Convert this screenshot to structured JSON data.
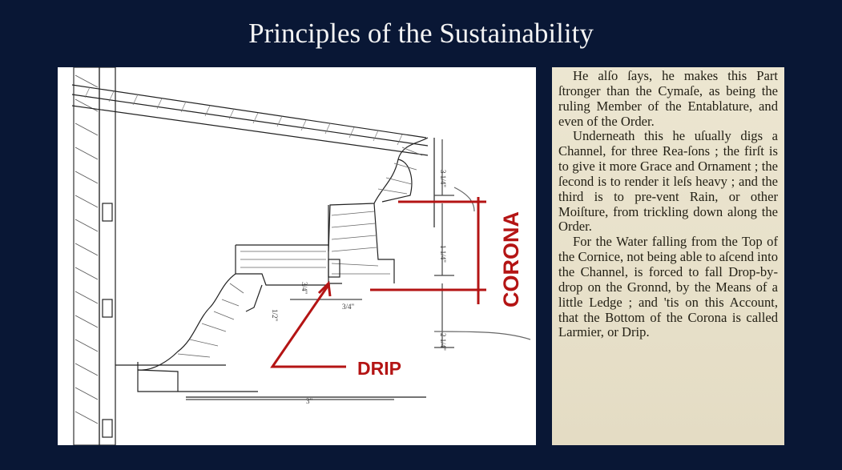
{
  "slide": {
    "title": "Principles of the Sustainability"
  },
  "drawing": {
    "labels": {
      "corona": "CORONA",
      "drip": "DRIP"
    },
    "dimension_notes": [
      "3 1/4\"",
      "1 1/4\"",
      "3/4\"",
      "1/2\"",
      "3/4\"",
      "2 1/4\"",
      "3\""
    ],
    "colors": {
      "annotation": "#b41414"
    }
  },
  "excerpt": {
    "paragraphs": [
      "He alſo ſays, he makes this Part ſtronger than the Cymaſe, as being the ruling Member of the Entablature, and even of the Order.",
      "Underneath this he uſually digs a Channel, for three Rea-ſons ; the firſt is to give it more Grace and Ornament ; the ſecond is to render it leſs heavy ; and the third is to pre-vent Rain, or other Moiſture, from trickling down along the Order.",
      "For the Water falling from the Top of the Cornice, not being able to aſcend into the Channel, is forced to fall Drop-by-drop on the Gronnd, by the Means of a little Ledge ; and 'tis on this Account, that the Bottom of the Corona is called Larmier, or Drip."
    ]
  }
}
